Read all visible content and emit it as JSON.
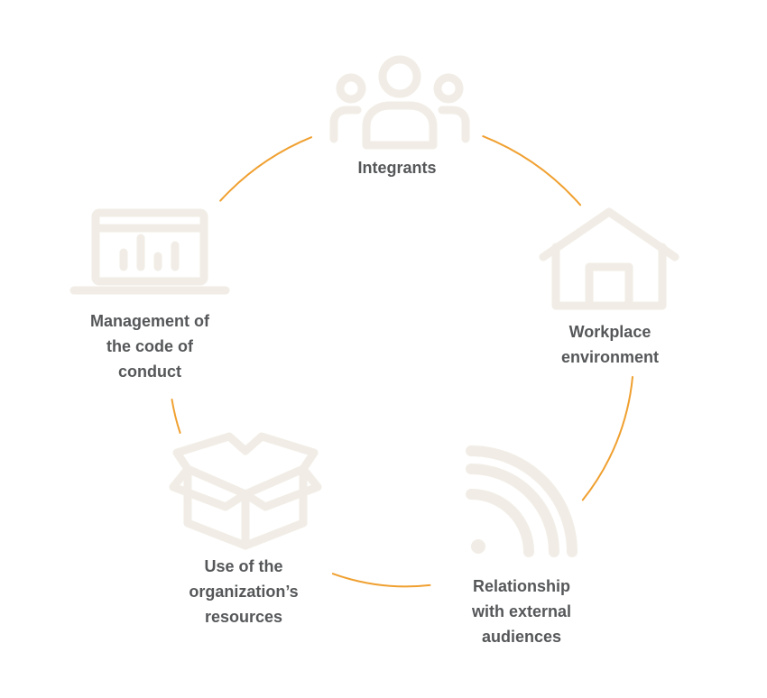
{
  "colors": {
    "arc": "#f0a030",
    "icon": "#f1ede6",
    "label": "#555759"
  },
  "items": [
    {
      "label": "Integrants",
      "icon": "people-group-icon"
    },
    {
      "label": "Workplace\nenvironment",
      "icon": "house-icon"
    },
    {
      "label": "Relationship\nwith external\naudiences",
      "icon": "signal-waves-icon"
    },
    {
      "label": "Use of the\norganization’s\nresources",
      "icon": "open-box-icon"
    },
    {
      "label": "Management of\nthe code of\nconduct",
      "icon": "laptop-chart-icon"
    }
  ]
}
